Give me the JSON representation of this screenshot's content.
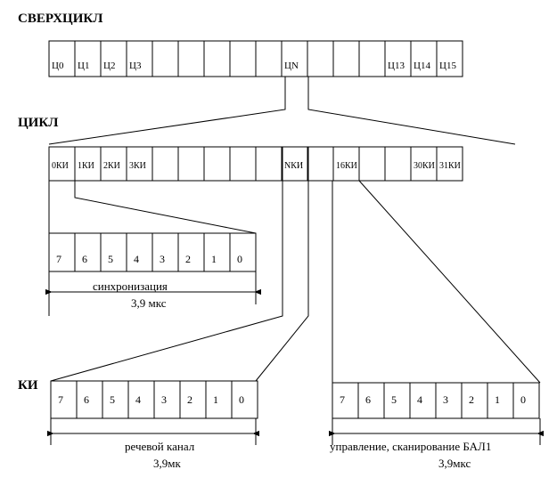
{
  "labels": {
    "superframe": "СВЕРХЦИКЛ",
    "frame": "ЦИКЛ",
    "channel": "КИ"
  },
  "superframe_cells": [
    "Ц0",
    "Ц1",
    "Ц2",
    "Ц3",
    "",
    "",
    "",
    "",
    "",
    "ЦN",
    "",
    "",
    "",
    "Ц13",
    "Ц14",
    "Ц15"
  ],
  "frame_cells": [
    "0КИ",
    "1КИ",
    "2КИ",
    "3КИ",
    "",
    "",
    "",
    "",
    "",
    "NКИ",
    "",
    "16КИ",
    "",
    "",
    "30КИ",
    "31КИ"
  ],
  "sync_bits": [
    "7",
    "6",
    "5",
    "4",
    "3",
    "2",
    "1",
    "0"
  ],
  "sync_caption": "синхронизация",
  "sync_time": "3,9 мкс",
  "speech_bits": [
    "7",
    "6",
    "5",
    "4",
    "3",
    "2",
    "1",
    "0"
  ],
  "speech_caption": "речевой  канал",
  "speech_time": "3,9мк",
  "control_bits": [
    "7",
    "6",
    "5",
    "4",
    "3",
    "2",
    "1",
    "0"
  ],
  "control_caption": "управление, сканирование БАЛ1",
  "control_time": "3,9мкс"
}
